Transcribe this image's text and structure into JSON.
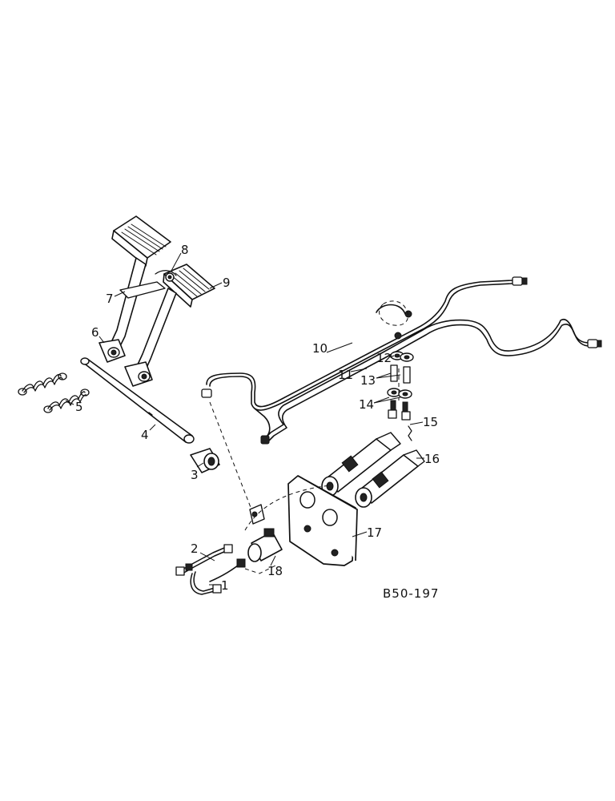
{
  "diagram": {
    "reference_code": "B50-197",
    "callouts": [
      "1",
      "2",
      "3",
      "4",
      "5",
      "6",
      "7",
      "8",
      "9",
      "10",
      "11",
      "12",
      "13",
      "14",
      "15",
      "16",
      "17",
      "18"
    ]
  }
}
